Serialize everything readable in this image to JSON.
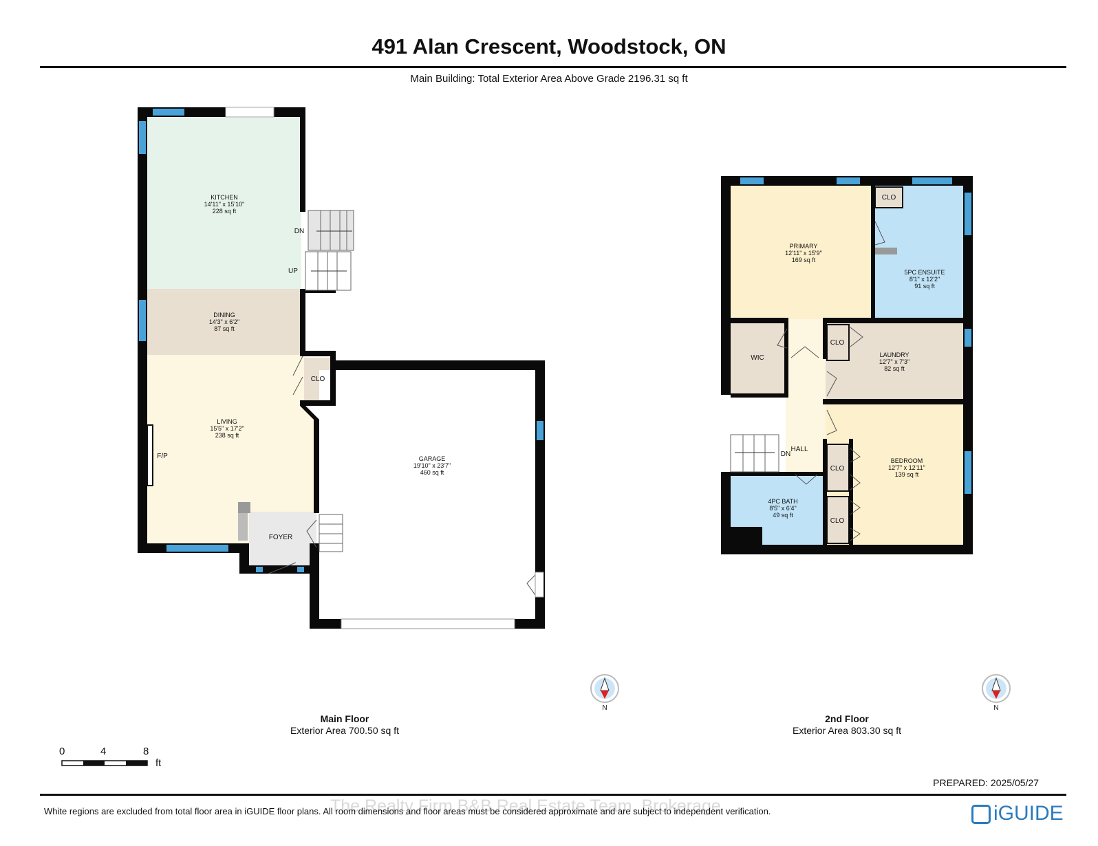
{
  "header": {
    "title": "491 Alan Crescent, Woodstock, ON",
    "subtitle": "Main Building: Total Exterior Area Above Grade 2196.31 sq ft"
  },
  "main_floor": {
    "name": "Main Floor",
    "area": "Exterior Area 700.50 sq ft",
    "rooms": {
      "kitchen": {
        "name": "KITCHEN",
        "dims": "14'11\" x 15'10\"",
        "area": "228 sq ft"
      },
      "dining": {
        "name": "DINING",
        "dims": "14'3\" x 6'2\"",
        "area": "87 sq ft"
      },
      "living": {
        "name": "LIVING",
        "dims": "15'5\" x 17'2\"",
        "area": "238 sq ft"
      },
      "garage": {
        "name": "GARAGE",
        "dims": "19'10\" x 23'7\"",
        "area": "460 sq ft"
      }
    },
    "labels": {
      "foyer": "FOYER",
      "clo": "CLO",
      "fp": "F/P",
      "dn": "DN",
      "up": "UP"
    },
    "compass": "N"
  },
  "second_floor": {
    "name": "2nd Floor",
    "area": "Exterior Area 803.30 sq ft",
    "rooms": {
      "primary": {
        "name": "PRIMARY",
        "dims": "12'11\" x 15'9\"",
        "area": "169 sq ft"
      },
      "ensuite": {
        "name": "5PC ENSUITE",
        "dims": "8'1\" x 12'2\"",
        "area": "91 sq ft"
      },
      "laundry": {
        "name": "LAUNDRY",
        "dims": "12'7\" x 7'3\"",
        "area": "82 sq ft"
      },
      "bedroom": {
        "name": "BEDROOM",
        "dims": "12'7\" x 12'11\"",
        "area": "139 sq ft"
      },
      "bath": {
        "name": "4PC BATH",
        "dims": "8'5\" x 6'4\"",
        "area": "49 sq ft"
      }
    },
    "labels": {
      "wic": "WIC",
      "hall": "HALL",
      "dn": "DN",
      "clo": "CLO"
    },
    "compass": "N"
  },
  "scale": {
    "t0": "0",
    "t4": "4",
    "t8": "8",
    "unit": "ft"
  },
  "footer": {
    "prepared": "PREPARED: 2025/05/27",
    "disclaimer": "White regions are excluded from total floor area in iGUIDE floor plans. All room dimensions and floor areas must be considered approximate and are subject to independent verification.",
    "watermark": "The Realty Firm B&B Real Estate Team, Brokerage",
    "logo": "iGUIDE"
  },
  "colors": {
    "kitchen": "#e6f3ea",
    "dining": "#e8dfd1",
    "living": "#fdf6e0",
    "foyer": "#e9e9e9",
    "clo_main": "#e8dfd1",
    "primary": "#fdf0cc",
    "ensuite": "#bfe2f7",
    "laundry": "#e8dfd1",
    "bedroom": "#fdf0cc",
    "bath": "#bfe2f7",
    "hall": "#fdf6e0",
    "window": "#4aa3d8",
    "wall": "#0a0a0a"
  }
}
